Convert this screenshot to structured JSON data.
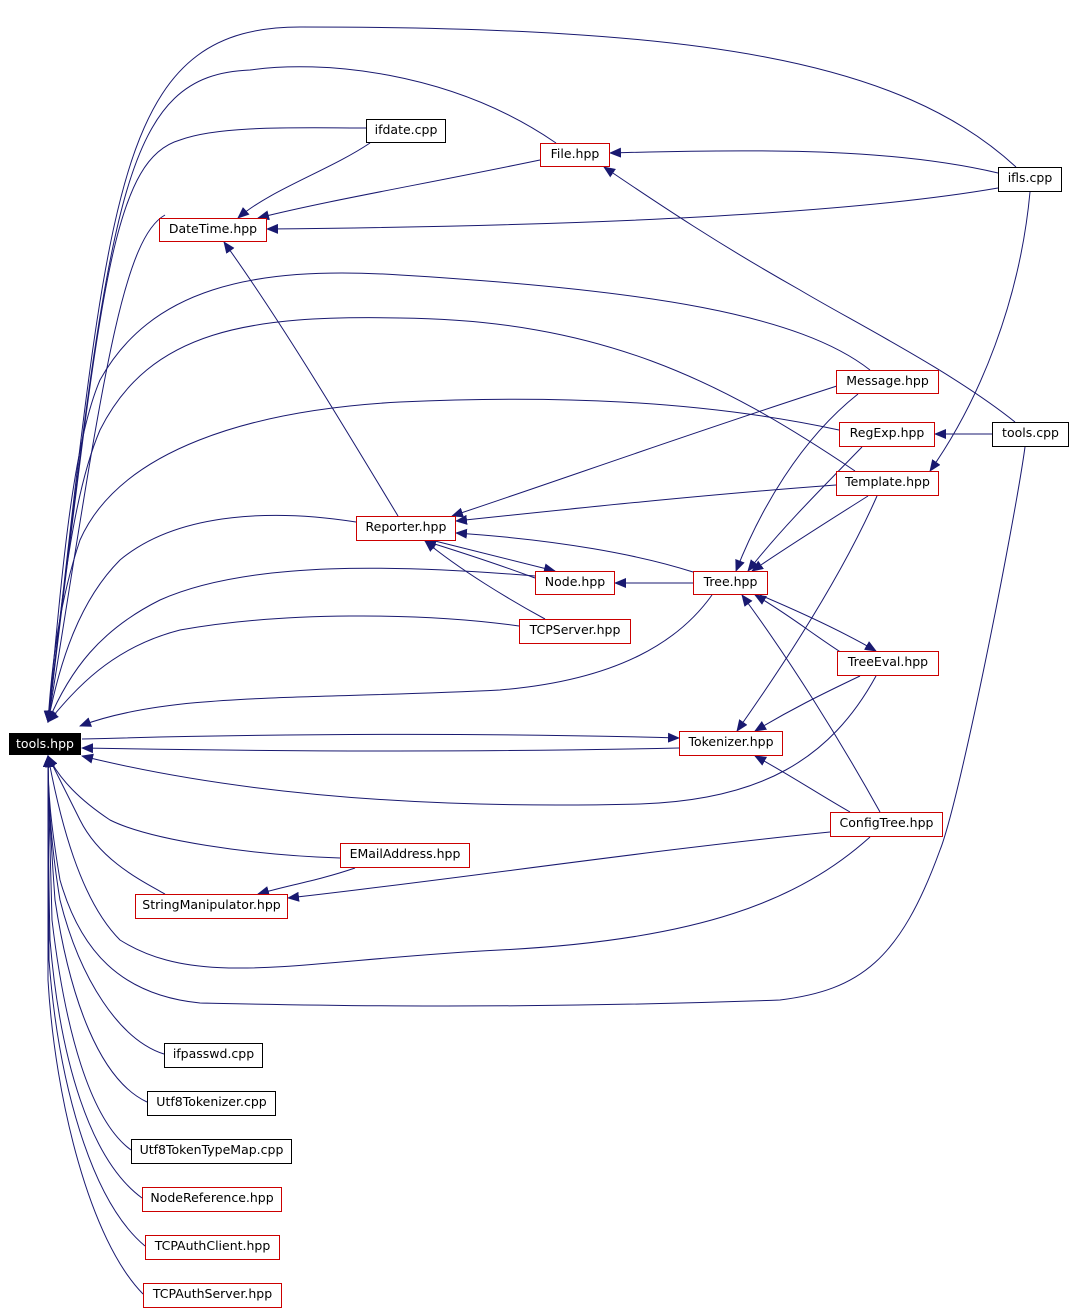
{
  "colors": {
    "edge": "#191970",
    "red_border": "#cc0000",
    "black_border": "#000000",
    "root_fill": "#000000",
    "root_text": "#ffffff"
  },
  "nodes": {
    "tools_hpp": {
      "label": "tools.hpp",
      "style": "root"
    },
    "ifdate_cpp": {
      "label": "ifdate.cpp",
      "style": "black"
    },
    "file_hpp": {
      "label": "File.hpp",
      "style": "red"
    },
    "ifls_cpp": {
      "label": "ifls.cpp",
      "style": "black"
    },
    "datetime_hpp": {
      "label": "DateTime.hpp",
      "style": "red"
    },
    "message_hpp": {
      "label": "Message.hpp",
      "style": "red"
    },
    "regexp_hpp": {
      "label": "RegExp.hpp",
      "style": "red"
    },
    "tools_cpp": {
      "label": "tools.cpp",
      "style": "black"
    },
    "template_hpp": {
      "label": "Template.hpp",
      "style": "red"
    },
    "reporter_hpp": {
      "label": "Reporter.hpp",
      "style": "red"
    },
    "node_hpp": {
      "label": "Node.hpp",
      "style": "red"
    },
    "tree_hpp": {
      "label": "Tree.hpp",
      "style": "red"
    },
    "tcpserver_hpp": {
      "label": "TCPServer.hpp",
      "style": "red"
    },
    "treeeval_hpp": {
      "label": "TreeEval.hpp",
      "style": "red"
    },
    "tokenizer_hpp": {
      "label": "Tokenizer.hpp",
      "style": "red"
    },
    "configtree_hpp": {
      "label": "ConfigTree.hpp",
      "style": "red"
    },
    "emailaddress_hpp": {
      "label": "EMailAddress.hpp",
      "style": "red"
    },
    "stringmanipulator_hpp": {
      "label": "StringManipulator.hpp",
      "style": "red"
    },
    "ifpasswd_cpp": {
      "label": "ifpasswd.cpp",
      "style": "black"
    },
    "utf8tokenizer_cpp": {
      "label": "Utf8Tokenizer.cpp",
      "style": "black"
    },
    "utf8tokentypemap_cpp": {
      "label": "Utf8TokenTypeMap.cpp",
      "style": "black"
    },
    "nodereference_hpp": {
      "label": "NodeReference.hpp",
      "style": "red"
    },
    "tcpauthclient_hpp": {
      "label": "TCPAuthClient.hpp",
      "style": "red"
    },
    "tcpauthserver_hpp": {
      "label": "TCPAuthServer.hpp",
      "style": "red"
    }
  },
  "edges": [
    {
      "from": "ifls_cpp",
      "to": "tools_hpp"
    },
    {
      "from": "file_hpp",
      "to": "tools_hpp"
    },
    {
      "from": "ifdate_cpp",
      "to": "tools_hpp"
    },
    {
      "from": "datetime_hpp",
      "to": "tools_hpp"
    },
    {
      "from": "message_hpp",
      "to": "tools_hpp"
    },
    {
      "from": "template_hpp",
      "to": "tools_hpp"
    },
    {
      "from": "regexp_hpp",
      "to": "tools_hpp"
    },
    {
      "from": "reporter_hpp",
      "to": "tools_hpp"
    },
    {
      "from": "node_hpp",
      "to": "tools_hpp"
    },
    {
      "from": "tcpserver_hpp",
      "to": "tools_hpp"
    },
    {
      "from": "tree_hpp",
      "to": "tools_hpp"
    },
    {
      "from": "tokenizer_hpp",
      "to": "tools_hpp"
    },
    {
      "from": "tools_hpp",
      "to": "tokenizer_hpp"
    },
    {
      "from": "treeeval_hpp",
      "to": "tools_hpp"
    },
    {
      "from": "emailaddress_hpp",
      "to": "tools_hpp"
    },
    {
      "from": "stringmanipulator_hpp",
      "to": "tools_hpp"
    },
    {
      "from": "configtree_hpp",
      "to": "tools_hpp"
    },
    {
      "from": "tools_cpp",
      "to": "tools_hpp"
    },
    {
      "from": "ifpasswd_cpp",
      "to": "tools_hpp"
    },
    {
      "from": "utf8tokenizer_cpp",
      "to": "tools_hpp"
    },
    {
      "from": "utf8tokentypemap_cpp",
      "to": "tools_hpp"
    },
    {
      "from": "nodereference_hpp",
      "to": "tools_hpp"
    },
    {
      "from": "tcpauthclient_hpp",
      "to": "tools_hpp"
    },
    {
      "from": "tcpauthserver_hpp",
      "to": "tools_hpp"
    },
    {
      "from": "ifdate_cpp",
      "to": "datetime_hpp"
    },
    {
      "from": "file_hpp",
      "to": "datetime_hpp"
    },
    {
      "from": "ifls_cpp",
      "to": "datetime_hpp"
    },
    {
      "from": "ifls_cpp",
      "to": "file_hpp"
    },
    {
      "from": "tools_cpp",
      "to": "file_hpp"
    },
    {
      "from": "reporter_hpp",
      "to": "datetime_hpp"
    },
    {
      "from": "tools_cpp",
      "to": "regexp_hpp"
    },
    {
      "from": "ifls_cpp",
      "to": "template_hpp"
    },
    {
      "from": "message_hpp",
      "to": "reporter_hpp"
    },
    {
      "from": "template_hpp",
      "to": "reporter_hpp"
    },
    {
      "from": "node_hpp",
      "to": "reporter_hpp"
    },
    {
      "from": "reporter_hpp",
      "to": "node_hpp"
    },
    {
      "from": "tree_hpp",
      "to": "reporter_hpp"
    },
    {
      "from": "tcpserver_hpp",
      "to": "reporter_hpp"
    },
    {
      "from": "tree_hpp",
      "to": "node_hpp"
    },
    {
      "from": "message_hpp",
      "to": "tree_hpp"
    },
    {
      "from": "regexp_hpp",
      "to": "tree_hpp"
    },
    {
      "from": "template_hpp",
      "to": "tree_hpp"
    },
    {
      "from": "treeeval_hpp",
      "to": "tree_hpp"
    },
    {
      "from": "tree_hpp",
      "to": "treeeval_hpp"
    },
    {
      "from": "configtree_hpp",
      "to": "tree_hpp"
    },
    {
      "from": "template_hpp",
      "to": "tokenizer_hpp"
    },
    {
      "from": "treeeval_hpp",
      "to": "tokenizer_hpp"
    },
    {
      "from": "configtree_hpp",
      "to": "tokenizer_hpp"
    },
    {
      "from": "emailaddress_hpp",
      "to": "stringmanipulator_hpp"
    },
    {
      "from": "configtree_hpp",
      "to": "stringmanipulator_hpp"
    }
  ]
}
